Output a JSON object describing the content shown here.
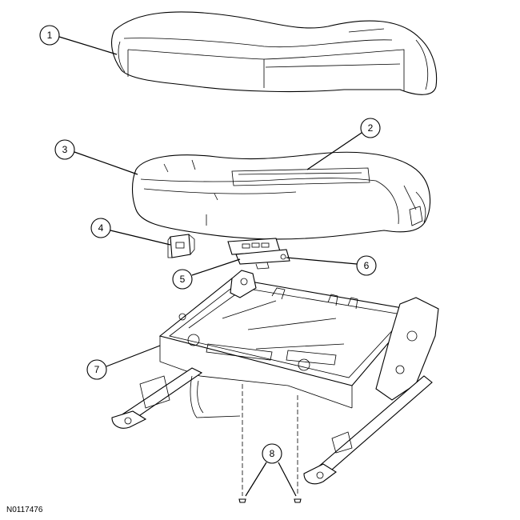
{
  "callouts": [
    {
      "id": "1",
      "label": "1"
    },
    {
      "id": "2",
      "label": "2"
    },
    {
      "id": "3",
      "label": "3"
    },
    {
      "id": "4",
      "label": "4"
    },
    {
      "id": "5",
      "label": "5"
    },
    {
      "id": "6",
      "label": "6"
    },
    {
      "id": "7",
      "label": "7"
    },
    {
      "id": "8",
      "label": "8"
    }
  ],
  "figure_id": "N0117476"
}
